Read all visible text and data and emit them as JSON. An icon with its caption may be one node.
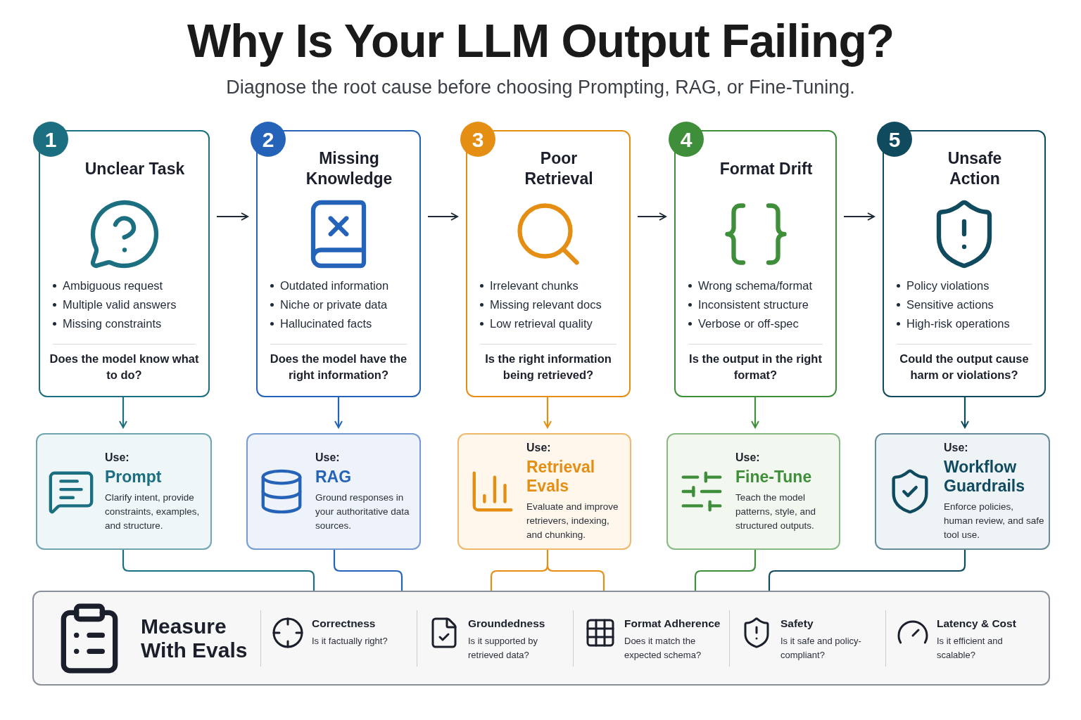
{
  "diagram": {
    "title": "Why Is Your LLM Output Failing?",
    "caption": "Diagnose the root cause before choosing Prompting, RAG, or Fine-Tuning.",
    "nodes": [
      {
        "text": [
          "1",
          "Unclear Task",
          "Ambiguous request",
          "Multiple valid answers",
          "Missing constraints",
          "Does the model know what to do?"
        ]
      },
      {
        "text": [
          "2",
          "Missing Knowledge",
          "Outdated information",
          "Niche or private data",
          "Hallucinated facts",
          "Does the model have the right information?"
        ]
      },
      {
        "text": [
          "3",
          "Poor Retrieval",
          "Irrelevant chunks",
          "Missing relevant docs",
          "Low retrieval quality",
          "Is the right information being retrieved?"
        ]
      },
      {
        "text": [
          "4",
          "Format Drift",
          "Wrong schema/format",
          "Inconsistent structure",
          "Verbose or off-spec",
          "Is the output in the right format?"
        ]
      },
      {
        "text": [
          "5",
          "Unsafe Action",
          "Policy violations",
          "Sensitive actions",
          "High-risk operations",
          "Could the output cause harm or violations?"
        ]
      },
      {
        "text": [
          "Use:",
          "Prompt",
          "Clarify intent, provide constraints, examples, and structure."
        ]
      },
      {
        "text": [
          "Use:",
          "RAG",
          "Ground responses in your authoritative data sources."
        ]
      },
      {
        "text": [
          "Use:",
          "Retrieval Evals",
          "Evaluate and improve retrievers, indexing, and chunking."
        ]
      },
      {
        "text": [
          "Use:",
          "Fine-Tune",
          "Teach the model patterns, style, and structured outputs."
        ]
      },
      {
        "text": [
          "Use:",
          "Workflow Guardrails",
          "Enforce policies, human review, and safe tool use."
        ]
      },
      {
        "text": [
          "Measure With Evals",
          "Correctness",
          "Is it factually right?",
          "Groundedness",
          "Is it supported by retrieved data?",
          "Format Adherence",
          "Does it match the expected schema?",
          "Safety",
          "Is it safe and policy-compliant?",
          "Latency & Cost",
          "Is it efficient and scalable?"
        ]
      }
    ],
    "edges": [
      {
        "from": 0,
        "to": 1,
        "arrow": "to"
      },
      {
        "from": 1,
        "to": 2,
        "arrow": "to"
      },
      {
        "from": 2,
        "to": 3,
        "arrow": "to"
      },
      {
        "from": 3,
        "to": 4,
        "arrow": "to"
      },
      {
        "from": 0,
        "to": 5,
        "arrow": "to",
        "color": "#1b6f80"
      },
      {
        "from": 1,
        "to": 6,
        "arrow": "to",
        "color": "#2563b8"
      },
      {
        "from": 2,
        "to": 7,
        "arrow": "to",
        "color": "#e58e14"
      },
      {
        "from": 3,
        "to": 8,
        "arrow": "to",
        "color": "#3f8f3a"
      },
      {
        "from": 4,
        "to": 9,
        "arrow": "to",
        "color": "#0f4a5e"
      },
      {
        "from": 5,
        "to": 10,
        "arrow": "none",
        "color": "#1b6f80"
      },
      {
        "from": 6,
        "to": 10,
        "arrow": "none",
        "color": "#2563b8"
      },
      {
        "from": 7,
        "to": 10,
        "arrow": "none",
        "color": "#e58e14"
      },
      {
        "from": 8,
        "to": 10,
        "arrow": "none",
        "color": "#3f8f3a"
      },
      {
        "from": 9,
        "to": 10,
        "arrow": "none",
        "color": "#0f4a5e"
      }
    ]
  }
}
